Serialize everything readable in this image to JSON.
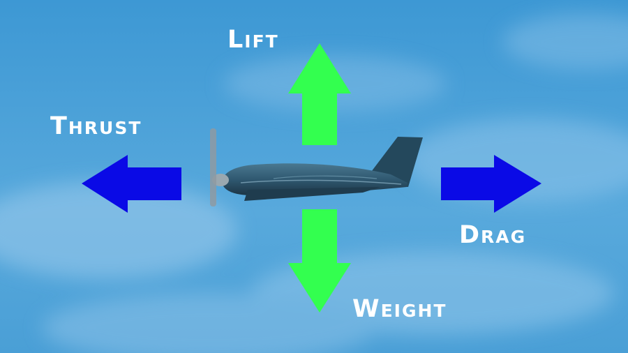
{
  "forces": [
    {
      "id": "lift",
      "label": "Lift",
      "direction": "up",
      "arrow_color": "#33ff4f"
    },
    {
      "id": "thrust",
      "label": "Thrust",
      "direction": "left",
      "arrow_color": "#0a0ae6"
    },
    {
      "id": "drag",
      "label": "Drag",
      "direction": "right",
      "arrow_color": "#0a0ae6"
    },
    {
      "id": "weight",
      "label": "Weight",
      "direction": "down",
      "arrow_color": "#33ff4f"
    }
  ],
  "colors": {
    "label_text": "#ffffff",
    "sky": "#4a9fd6",
    "aircraft_body": "#2f5870"
  }
}
